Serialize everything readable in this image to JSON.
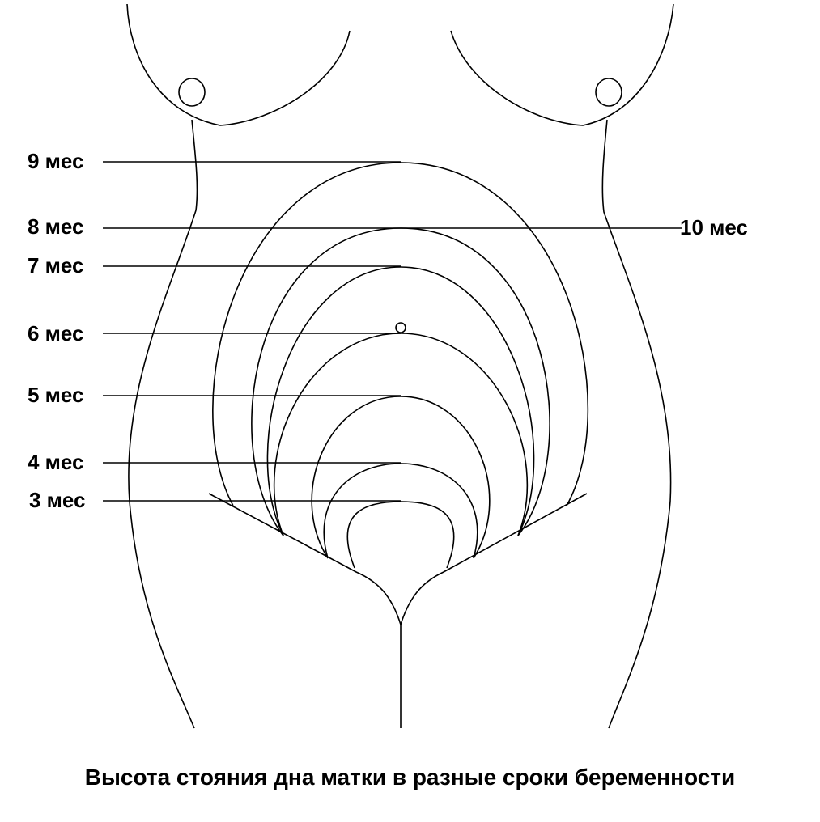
{
  "labels": {
    "m3": "3 мес",
    "m4": "4 мес",
    "m5": "5 мес",
    "m6": "6 мес",
    "m7": "7 мес",
    "m8": "8 мес",
    "m9": "9 мес",
    "m10": "10 мес"
  },
  "caption": "Высота стояния дна матки в разные сроки беременности"
}
